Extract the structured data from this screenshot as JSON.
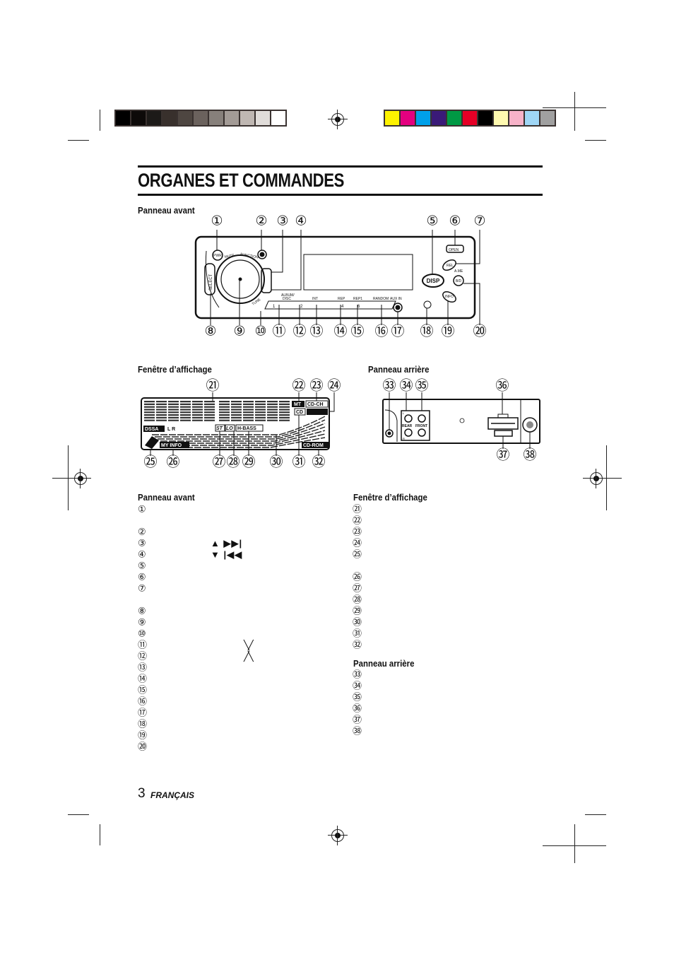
{
  "print_marks": {
    "gray_swatches": [
      "#000000",
      "#0d0a09",
      "#1c1a18",
      "#38302c",
      "#4e4641",
      "#6b625d",
      "#87807b",
      "#a39b96",
      "#bfb7b2",
      "#e0dcd9",
      "#ffffff"
    ],
    "color_swatches": [
      "#fdf200",
      "#e4007f",
      "#00a0e9",
      "#3a1a78",
      "#009944",
      "#e60026",
      "#000000",
      "#fff9b0",
      "#f7b2c8",
      "#9fd6f5",
      "#a0a0a0"
    ]
  },
  "page": {
    "title": "ORGANES ET COMMANDES",
    "page_number": "3",
    "language": "FRANÇAIS"
  },
  "figures": {
    "front_panel": {
      "heading": "Panneau avant",
      "labels": {
        "pwr": "PWR",
        "mute": "MUTE",
        "function": "FUNCTION",
        "select": "SELECT",
        "tune": "TUNE",
        "open": "OPEN",
        "rel": "REL",
        "ame": "A.ME",
        "disp": "DISP",
        "bd": "B/D",
        "info": "INFO",
        "album_disc": "ALBUM/",
        "album_disc2": "DISC",
        "int": "INT",
        "rep": "REP",
        "rep1": "REP1",
        "random": "RANDOM",
        "aux_in": "AUX IN",
        "p1": "1",
        "p2": "2",
        "p4": "4",
        "p6": "6"
      },
      "callouts": [
        "①",
        "②",
        "③",
        "④",
        "⑤",
        "⑥",
        "⑦",
        "⑧",
        "⑨",
        "⑩",
        "⑪",
        "⑫",
        "⑬",
        "⑭",
        "⑮",
        "⑯",
        "⑰",
        "⑱",
        "⑲",
        "⑳"
      ]
    },
    "display_window": {
      "heading": "Fenêtre d’affichage",
      "labels": {
        "mt": "MT",
        "cdch": "CD-CH",
        "cd": "CD",
        "dssa": "DSSA",
        "lr": "L R",
        "st": "ST",
        "lo": "LO",
        "hbass": "H-BASS",
        "myinfo": "MY INFO",
        "cdrom": "CD-ROM"
      },
      "callouts": [
        "㉑",
        "㉒",
        "㉓",
        "㉔",
        "㉕",
        "㉖",
        "㉗",
        "㉘",
        "㉙",
        "㉚",
        "㉛",
        "㉜"
      ]
    },
    "rear_panel": {
      "heading": "Panneau arrière",
      "labels": {
        "rear": "REAR",
        "front": "FRONT",
        "l": "L",
        "r": "R"
      },
      "callouts": [
        "㉝",
        "㉞",
        "㉟",
        "㊱",
        "㊲",
        "㊳"
      ]
    }
  },
  "lists": {
    "front_heading": "Panneau avant",
    "front_items": [
      "①",
      "②",
      "③",
      "④",
      "⑤",
      "⑥",
      "⑦",
      "⑧",
      "⑨",
      "⑩",
      "⑪",
      "⑫",
      "⑬",
      "⑭",
      "⑮",
      "⑯",
      "⑰",
      "⑱",
      "⑲",
      "⑳"
    ],
    "front_symbols": {
      "item3": "▲ ▶▶|",
      "item4": "▼ |◀◀",
      "item11": "╲╱",
      "item12": "╱╲"
    },
    "display_heading": "Fenêtre d’affichage",
    "display_items": [
      "㉑",
      "㉒",
      "㉓",
      "㉔",
      "㉕",
      "㉖",
      "㉗",
      "㉘",
      "㉙",
      "㉚",
      "㉛",
      "㉜"
    ],
    "rear_heading": "Panneau arrière",
    "rear_items": [
      "㉝",
      "㉞",
      "㉟",
      "㊱",
      "㊲",
      "㊳"
    ]
  }
}
